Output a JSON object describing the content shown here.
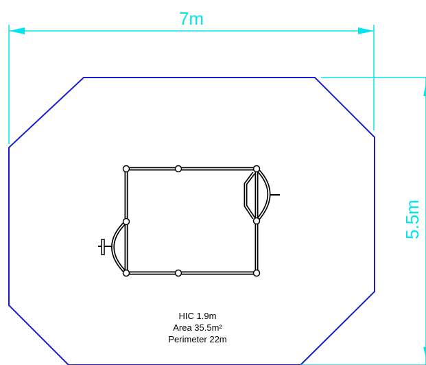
{
  "dimensions": {
    "width_label": "7m",
    "height_label": "5.5m"
  },
  "info": {
    "hic": "HIC 1.9m",
    "area": "Area 35.5m²",
    "perimeter": "Perimeter 22m"
  },
  "colors": {
    "dimension": "#00e5ee",
    "boundary": "#1a1ad6",
    "equipment": "#000000",
    "background": "#ffffff"
  }
}
